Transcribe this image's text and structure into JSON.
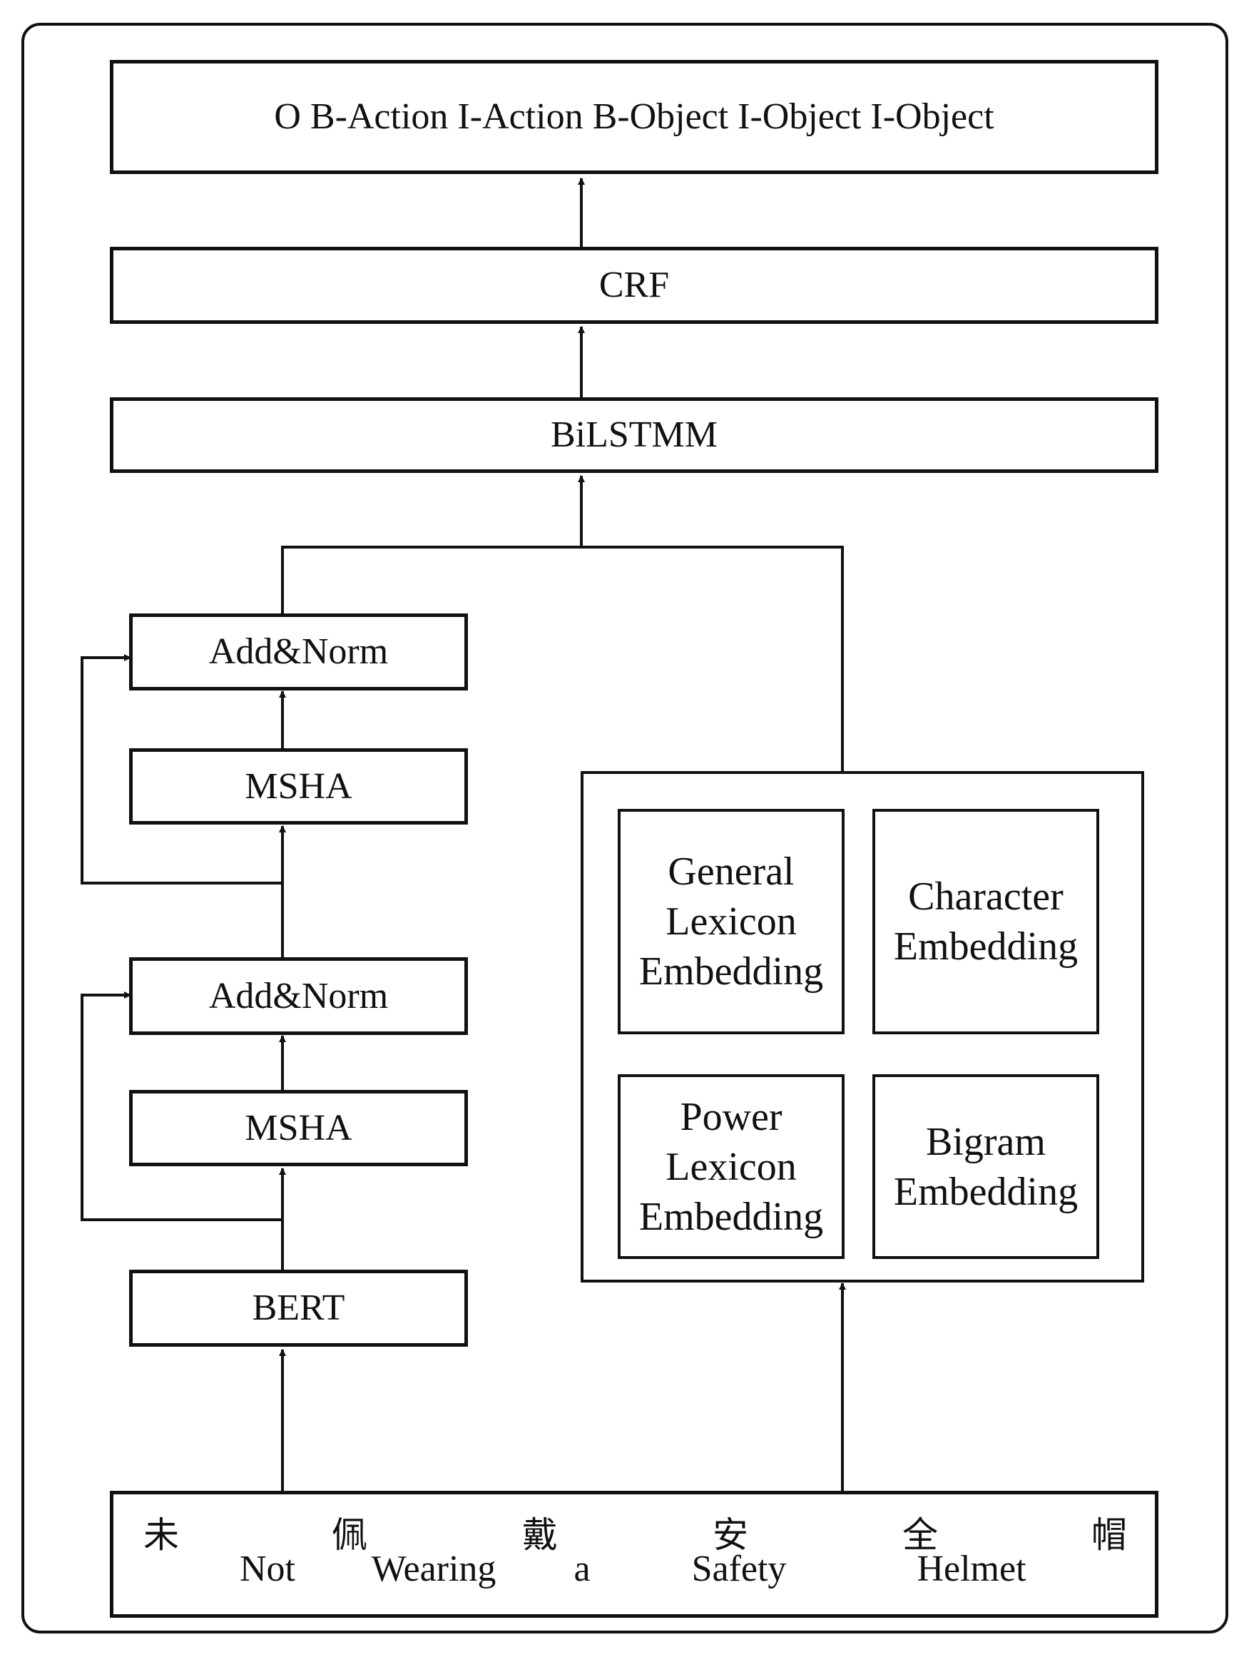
{
  "output_labels": "O B-Action I-Action B-Object I-Object I-Object",
  "crf": "CRF",
  "bilstm": "BiLSTMM",
  "encoder": {
    "add_norm_top": "Add&Norm",
    "msha_top": "MSHA",
    "add_norm_bottom": "Add&Norm",
    "msha_bottom": "MSHA",
    "bert": "BERT"
  },
  "embeddings": {
    "general_lexicon": [
      "General",
      "Lexicon",
      "Embedding"
    ],
    "character": [
      "Character",
      "Embedding"
    ],
    "power_lexicon": [
      "Power",
      "Lexicon",
      "Embedding"
    ],
    "bigram": [
      "Bigram",
      "Embedding"
    ]
  },
  "input": {
    "chinese": [
      "未",
      "佩",
      "戴",
      "安",
      "全",
      "帽"
    ],
    "english": [
      "Not",
      "Wearing",
      "a",
      "Safety",
      "Helmet"
    ]
  }
}
